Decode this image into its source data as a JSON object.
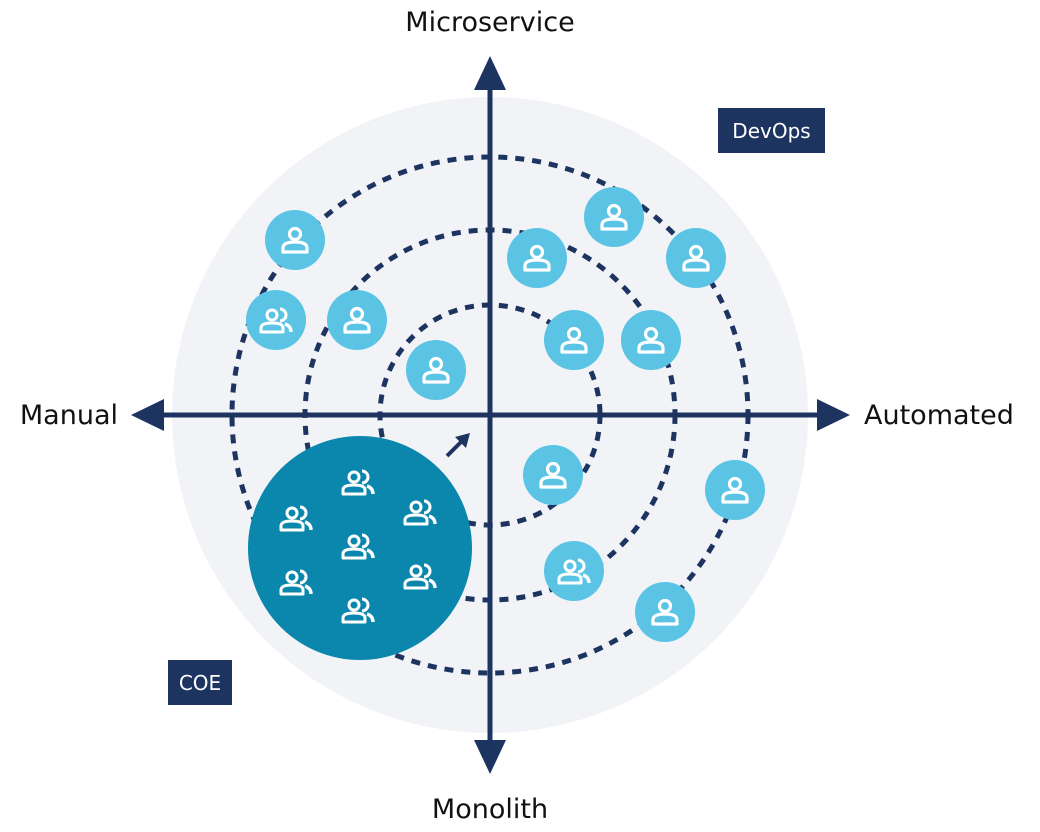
{
  "axes": {
    "top": "Microservice",
    "bottom": "Monolith",
    "left": "Manual",
    "right": "Automated"
  },
  "tags": {
    "devops": "DevOps",
    "coe": "COE"
  },
  "colors": {
    "navy": "#1d3461",
    "node_light_blue": "#5bc4e5",
    "coe_teal": "#0b87ad",
    "background_disc": "#f1f3f6",
    "icon_white": "#ffffff"
  },
  "rings": [
    "inner",
    "middle",
    "outer"
  ],
  "nodes": [
    {
      "id": "n1",
      "icon": "user-icon",
      "quadrant": "top-left",
      "ring": "outer"
    },
    {
      "id": "n2",
      "icon": "users-icon",
      "quadrant": "top-left",
      "ring": "outer"
    },
    {
      "id": "n3",
      "icon": "user-icon",
      "quadrant": "top-left",
      "ring": "middle"
    },
    {
      "id": "n4",
      "icon": "user-icon",
      "quadrant": "top-left",
      "ring": "inner"
    },
    {
      "id": "n5",
      "icon": "user-icon",
      "quadrant": "top-right",
      "ring": "middle"
    },
    {
      "id": "n6",
      "icon": "user-icon",
      "quadrant": "top-right",
      "ring": "outer"
    },
    {
      "id": "n7",
      "icon": "user-icon",
      "quadrant": "top-right",
      "ring": "outer"
    },
    {
      "id": "n8",
      "icon": "user-icon",
      "quadrant": "top-right",
      "ring": "inner"
    },
    {
      "id": "n9",
      "icon": "user-icon",
      "quadrant": "top-right",
      "ring": "middle"
    },
    {
      "id": "n10",
      "icon": "user-icon",
      "quadrant": "bottom-right",
      "ring": "inner"
    },
    {
      "id": "n11",
      "icon": "users-icon",
      "quadrant": "bottom-right",
      "ring": "middle"
    },
    {
      "id": "n12",
      "icon": "user-icon",
      "quadrant": "bottom-right",
      "ring": "outer"
    },
    {
      "id": "n13",
      "icon": "user-icon",
      "quadrant": "bottom-right",
      "ring": "outer"
    }
  ],
  "coe_cluster": {
    "icon": "users-icon",
    "member_count": 7
  }
}
